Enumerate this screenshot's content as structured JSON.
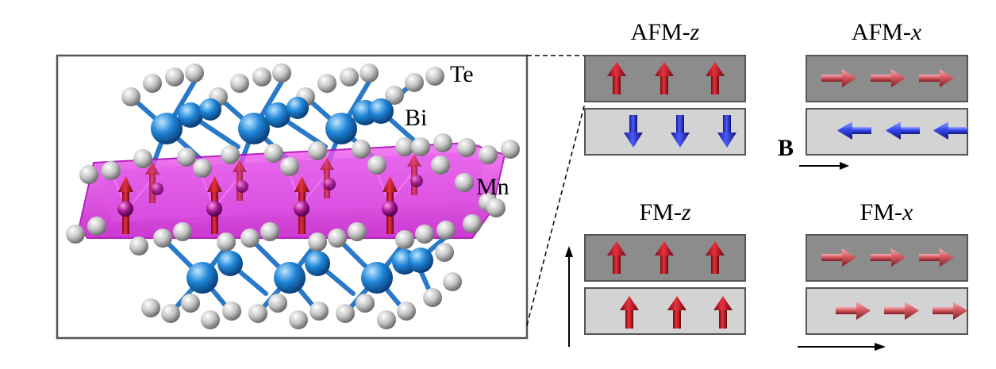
{
  "structure": {
    "elements": {
      "te": "Te",
      "bi": "Bi",
      "mn": "Mn"
    }
  },
  "configs": [
    {
      "key": "afm_z",
      "prefix": "AFM-",
      "axis": "z",
      "top_direction": "up",
      "bottom_direction": "down"
    },
    {
      "key": "afm_x",
      "prefix": "AFM-",
      "axis": "x",
      "top_direction": "right",
      "bottom_direction": "left"
    },
    {
      "key": "fm_z",
      "prefix": "FM-",
      "axis": "z",
      "top_direction": "up",
      "bottom_direction": "up"
    },
    {
      "key": "fm_x",
      "prefix": "FM-",
      "axis": "x",
      "top_direction": "right",
      "bottom_direction": "right"
    }
  ],
  "field": {
    "label": "B"
  },
  "colors": {
    "top_layer": "#8c8c8c",
    "bottom_layer": "#d3d3d3",
    "spin_red": "#c8102e",
    "spin_blue": "#1f3fd8",
    "mn_octahedra": "#e01ee0",
    "bi_atom": "#1e7fd6",
    "te_atom": "#bdbdbd"
  }
}
